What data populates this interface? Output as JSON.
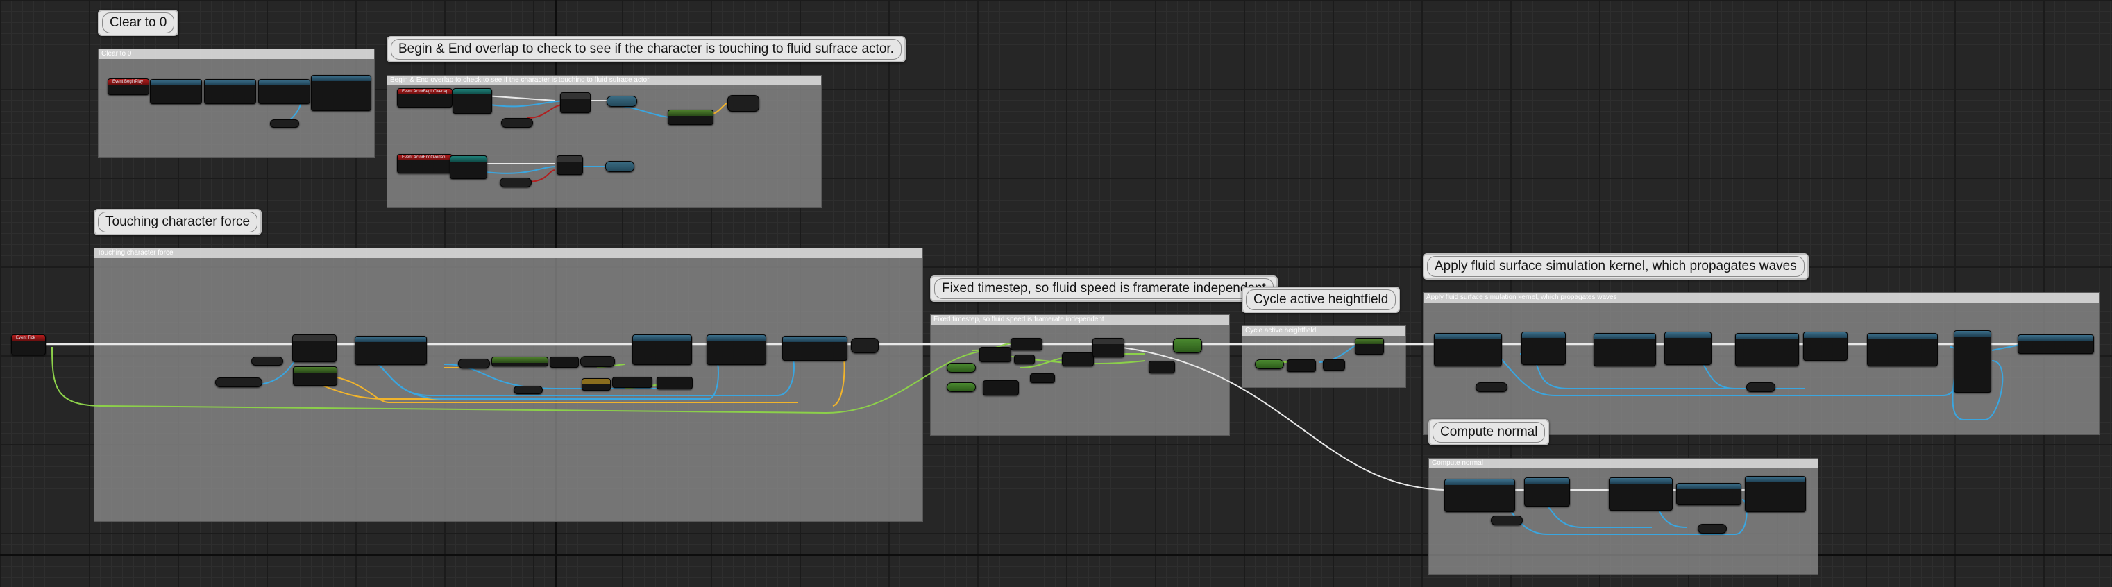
{
  "comments": {
    "clear": {
      "bubble": "Clear to 0",
      "header": "Clear to 0"
    },
    "overlap": {
      "bubble": "Begin & End overlap to check to see if the character is touching to fluid sufrace actor.",
      "header": "Begin & End overlap to check to see if the character is touching to fluid sufrace actor."
    },
    "touching": {
      "bubble": "Touching character force",
      "header": "Touching character force"
    },
    "timestep": {
      "bubble": "Fixed timestep, so fluid speed is framerate independent",
      "header": "Fixed timestep, so fluid speed is framerate independent"
    },
    "cycle": {
      "bubble": "Cycle active heightfield",
      "header": "Cycle active heightfield"
    },
    "apply": {
      "bubble": "Apply fluid surface simulation kernel, which propagates waves",
      "header": "Apply fluid surface simulation kernel, which propagates waves"
    },
    "normal": {
      "bubble": "Compute normal",
      "header": "Compute normal"
    }
  },
  "events": {
    "tick": "Event Tick",
    "begin_play": "Event BeginPlay",
    "begin_overlap": "Event ActorBeginOverlap",
    "end_overlap": "Event ActorEndOverlap"
  },
  "colors": {
    "exec_wire": "#e8e8e8",
    "object_wire": "#3aa6e0",
    "vector_wire": "#f1b42c",
    "float_wire": "#8cd04a",
    "bool_wire": "#b02020"
  }
}
